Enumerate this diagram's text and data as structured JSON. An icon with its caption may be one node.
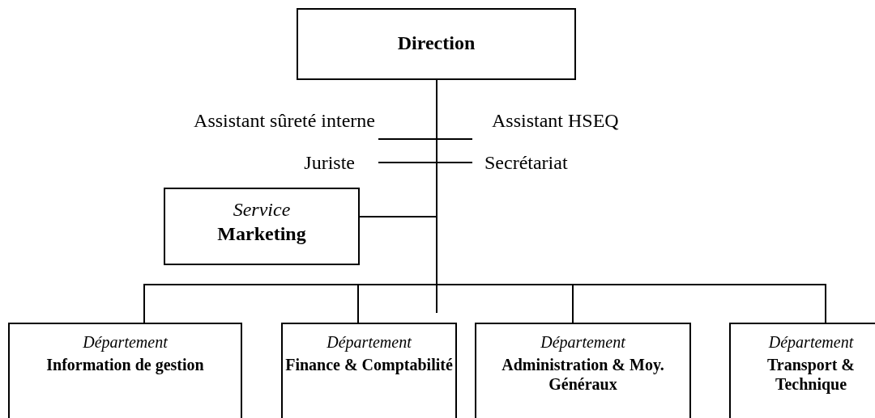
{
  "diagram": {
    "nodes": [
      {
        "text": [
          "Direction"
        ]
      },
      {
        "text": [
          "Assistant sûreté interne"
        ]
      },
      {
        "text": [
          "Assistant HSEQ"
        ]
      },
      {
        "text": [
          "Juriste"
        ]
      },
      {
        "text": [
          "Secrétariat"
        ]
      },
      {
        "text": [
          "Service",
          "Marketing"
        ]
      },
      {
        "text": [
          "Département",
          "Information de gestion"
        ]
      },
      {
        "text": [
          "Département",
          "Finance & Comptabilité"
        ]
      },
      {
        "text": [
          "Département",
          "Administration & Moy. Généraux"
        ]
      },
      {
        "text": [
          "Département",
          "Transport & Technique"
        ]
      }
    ],
    "edges": [
      {
        "from": 0,
        "to": 1,
        "arrow": "none"
      },
      {
        "from": 0,
        "to": 2,
        "arrow": "none"
      },
      {
        "from": 0,
        "to": 3,
        "arrow": "none"
      },
      {
        "from": 0,
        "to": 4,
        "arrow": "none"
      },
      {
        "from": 0,
        "to": 5,
        "arrow": "none"
      },
      {
        "from": 0,
        "to": 6,
        "arrow": "none"
      },
      {
        "from": 0,
        "to": 7,
        "arrow": "none"
      },
      {
        "from": 0,
        "to": 8,
        "arrow": "none"
      },
      {
        "from": 0,
        "to": 9,
        "arrow": "none"
      }
    ]
  }
}
